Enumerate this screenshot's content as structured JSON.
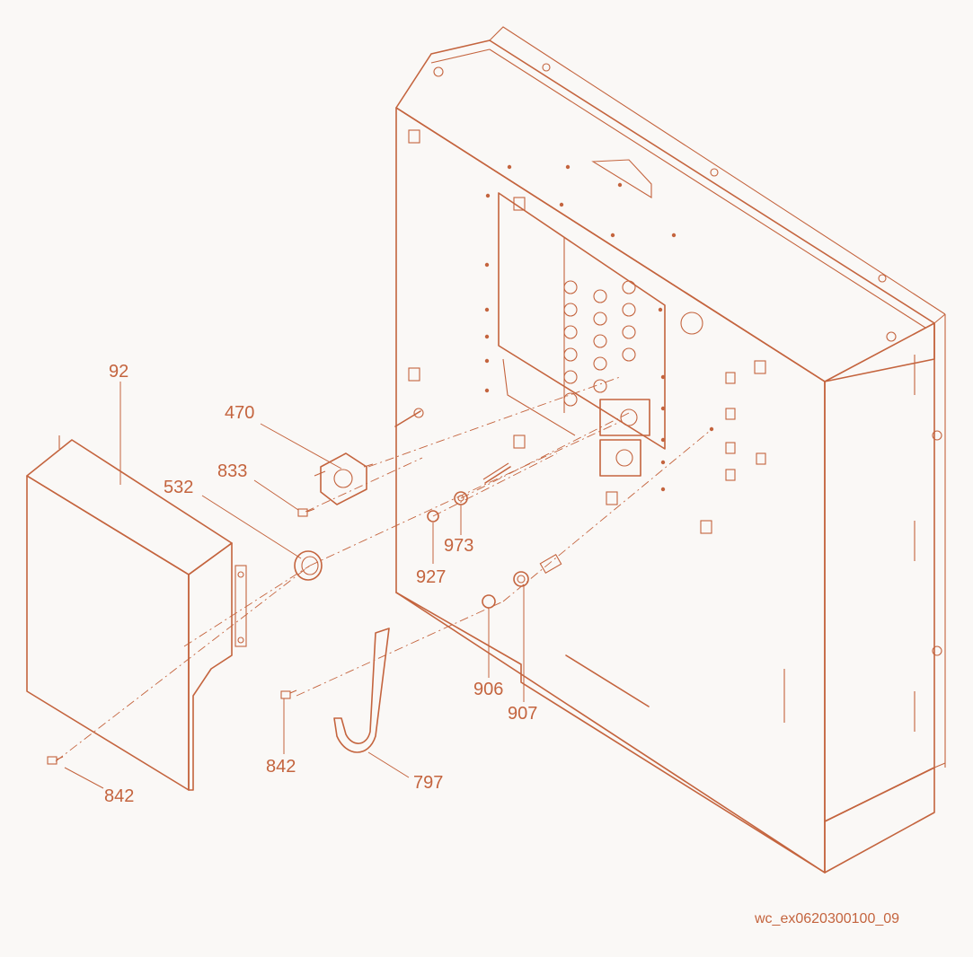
{
  "callouts": [
    {
      "id": "c92",
      "label": "92"
    },
    {
      "id": "c470",
      "label": "470"
    },
    {
      "id": "c833",
      "label": "833"
    },
    {
      "id": "c532",
      "label": "532"
    },
    {
      "id": "c973",
      "label": "973"
    },
    {
      "id": "c927",
      "label": "927"
    },
    {
      "id": "c906",
      "label": "906"
    },
    {
      "id": "c907",
      "label": "907"
    },
    {
      "id": "c842a",
      "label": "842"
    },
    {
      "id": "c842b",
      "label": "842"
    },
    {
      "id": "c797",
      "label": "797"
    }
  ],
  "figure_id": "wc_ex0620300100_09",
  "line_color": "#c4643e",
  "background_color": "#faf8f6"
}
